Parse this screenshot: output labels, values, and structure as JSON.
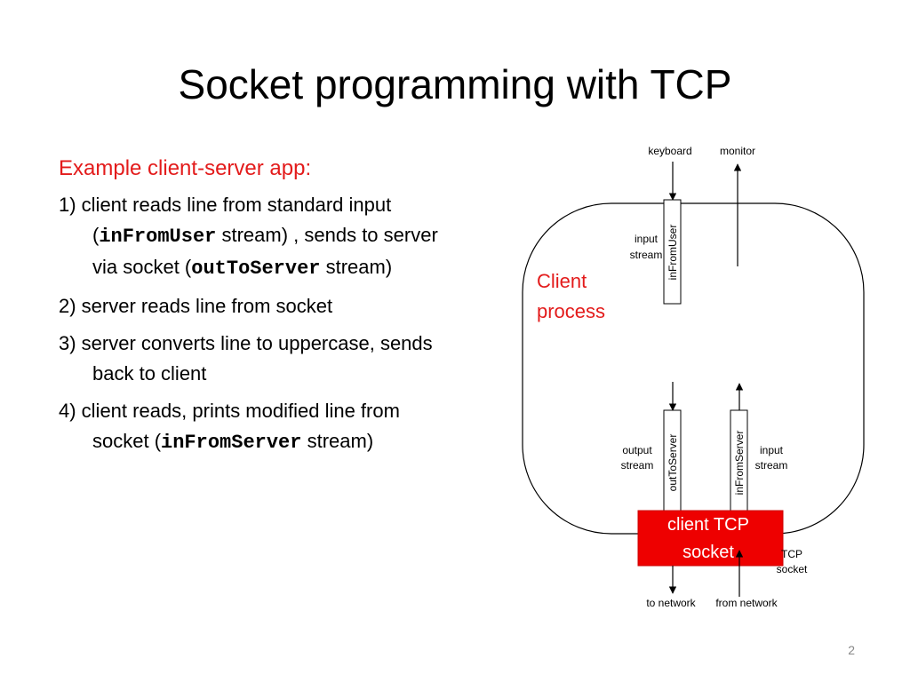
{
  "slide": {
    "title": "Socket programming with TCP",
    "page_number": "2"
  },
  "bullets": {
    "heading": "Example client-server app:",
    "item1": {
      "t1": "1) client reads line from standard input (",
      "c1": "inFromUser",
      "t2": " stream) , sends to server via socket (",
      "c2": "outToServer",
      "t3": " stream)"
    },
    "item2": "2) server reads line from socket",
    "item3": "3) server converts line to uppercase, sends back to client",
    "item4": {
      "t1": "4) client reads, prints  modified line from socket (",
      "c1": "inFromServer",
      "t2": " stream)"
    }
  },
  "diagram": {
    "keyboard": "keyboard",
    "monitor": "monitor",
    "input_stream_top_1": "input",
    "input_stream_top_2": "stream",
    "in_from_user": "inFromUser",
    "client_process_1": "Client",
    "client_process_2": "process",
    "output_stream_1": "output",
    "output_stream_2": "stream",
    "out_to_server": "outToServer",
    "in_from_server": "inFromServer",
    "input_stream_bottom_1": "input",
    "input_stream_bottom_2": "stream",
    "socket_box_1": "client TCP",
    "socket_box_2": "socket",
    "tcp_label_1": "TCP",
    "tcp_label_2": "socket",
    "to_network": "to network",
    "from_network": "from network",
    "colors": {
      "accent_red": "#e31b1b",
      "socket_fill": "#ee0000"
    }
  }
}
